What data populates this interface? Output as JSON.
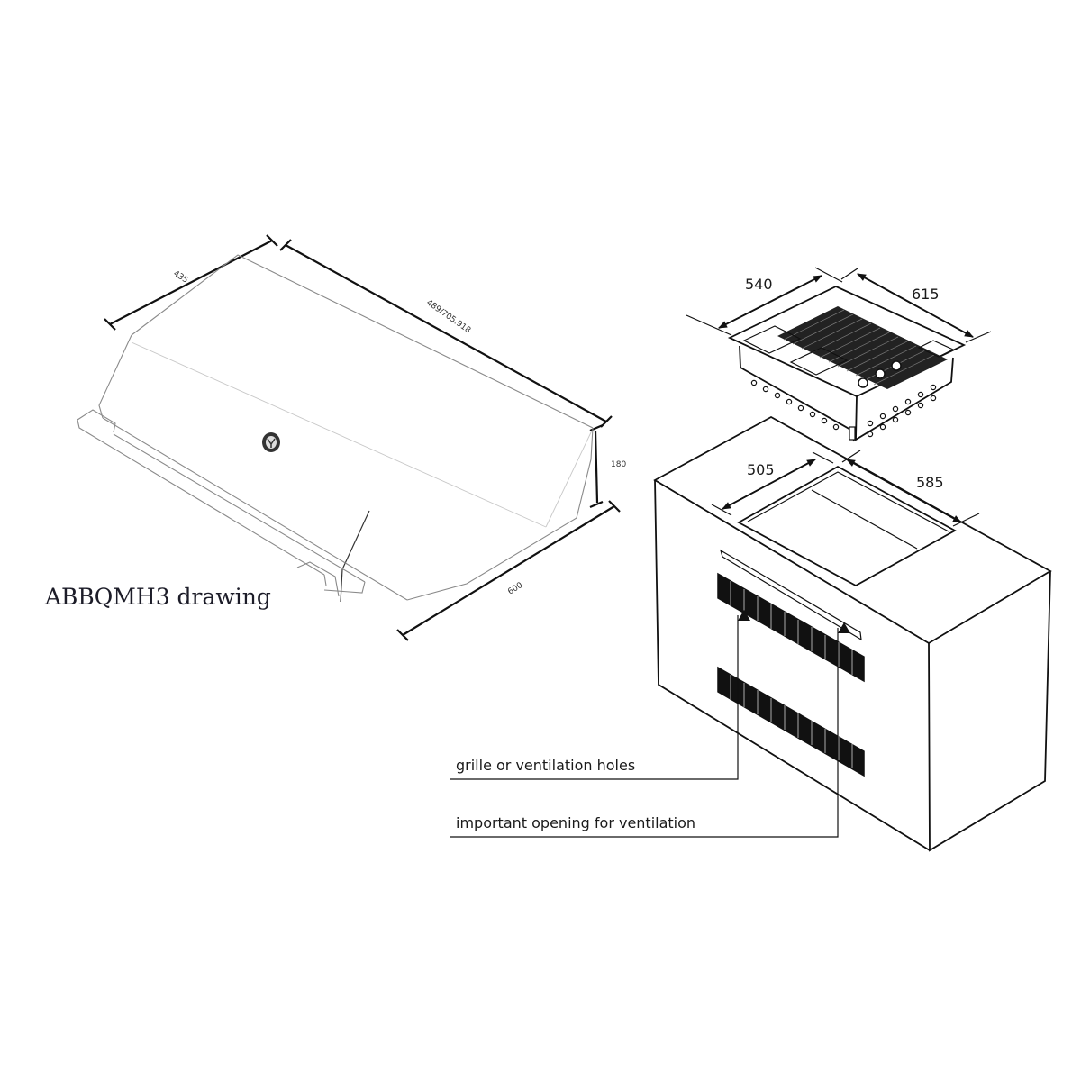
{
  "title": "ABBQMH3 drawing",
  "hood": {
    "dims": {
      "depth": "435",
      "width": "489/705.918",
      "height": "180",
      "front": "600"
    }
  },
  "grill_unit": {
    "dims": {
      "width": "540",
      "depth": "615"
    }
  },
  "cabinet": {
    "cutout_dims": {
      "width": "505",
      "depth": "585"
    }
  },
  "callouts": [
    {
      "label": "grille or ventilation holes"
    },
    {
      "label": "important opening for ventilation"
    }
  ],
  "colors": {
    "ink": "#111111",
    "hood_outline": "#8a8a8a",
    "vent_fill": "#111111",
    "background": "#ffffff"
  }
}
